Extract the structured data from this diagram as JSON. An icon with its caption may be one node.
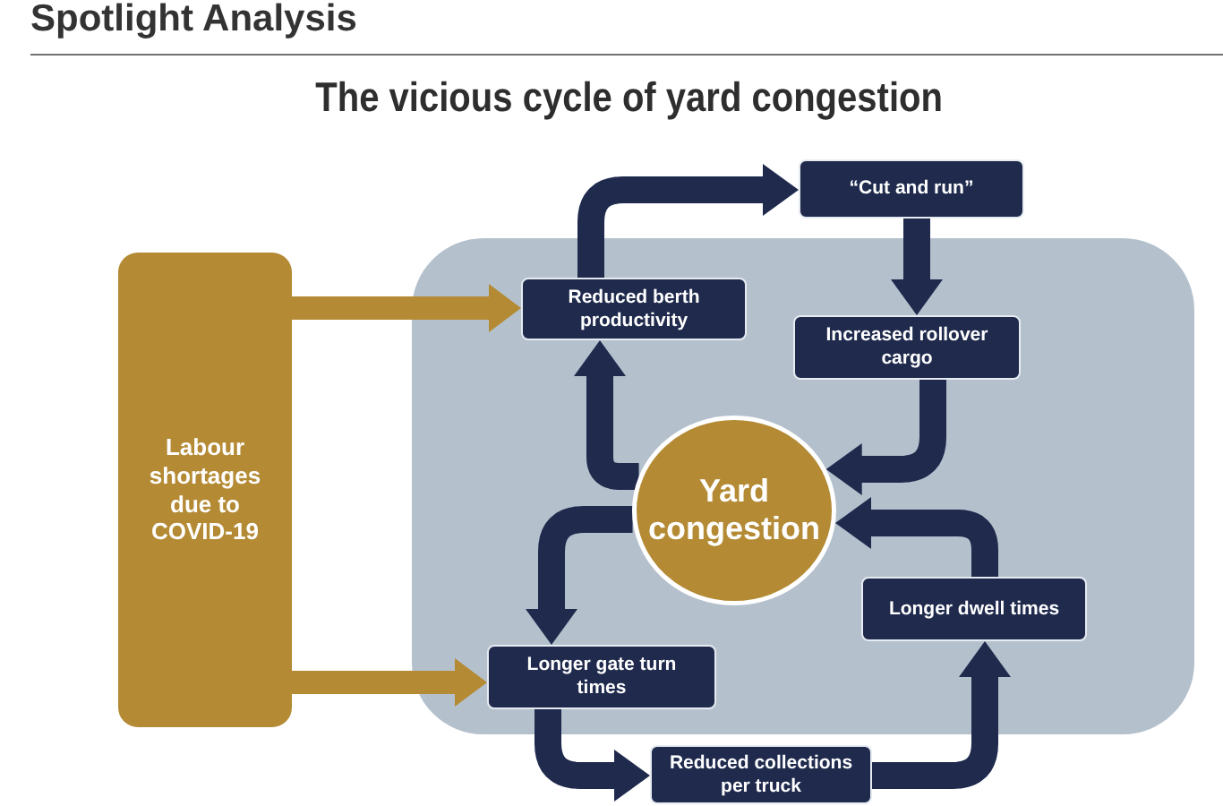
{
  "diagram": {
    "title": "The vicious cycle of yard congestion",
    "nodes": [
      {
        "text": [
          "Labour shortages due to COVID-19"
        ]
      },
      {
        "text": [
          "Reduced berth productivity"
        ]
      },
      {
        "text": [
          "“Cut and run”"
        ]
      },
      {
        "text": [
          "Increased rollover cargo"
        ]
      },
      {
        "text": [
          "Yard congestion"
        ]
      },
      {
        "text": [
          "Longer dwell times"
        ]
      },
      {
        "text": [
          "Longer gate turn times"
        ]
      },
      {
        "text": [
          "Reduced collections per truck"
        ]
      }
    ],
    "edges": [
      {
        "from": 0,
        "to": 1,
        "arrow": "to",
        "color": "#b48a34"
      },
      {
        "from": 0,
        "to": 6,
        "arrow": "to",
        "color": "#b48a34"
      },
      {
        "from": 1,
        "to": 2,
        "arrow": "to"
      },
      {
        "from": 2,
        "to": 3,
        "arrow": "to"
      },
      {
        "from": 3,
        "to": 4,
        "arrow": "to"
      },
      {
        "from": 4,
        "to": 1,
        "arrow": "to"
      },
      {
        "from": 4,
        "to": 6,
        "arrow": "to"
      },
      {
        "from": 6,
        "to": 7,
        "arrow": "to"
      },
      {
        "from": 7,
        "to": 5,
        "arrow": "to"
      },
      {
        "from": 5,
        "to": 4,
        "arrow": "to"
      }
    ],
    "labels": [
      "Spotlight Analysis"
    ]
  }
}
